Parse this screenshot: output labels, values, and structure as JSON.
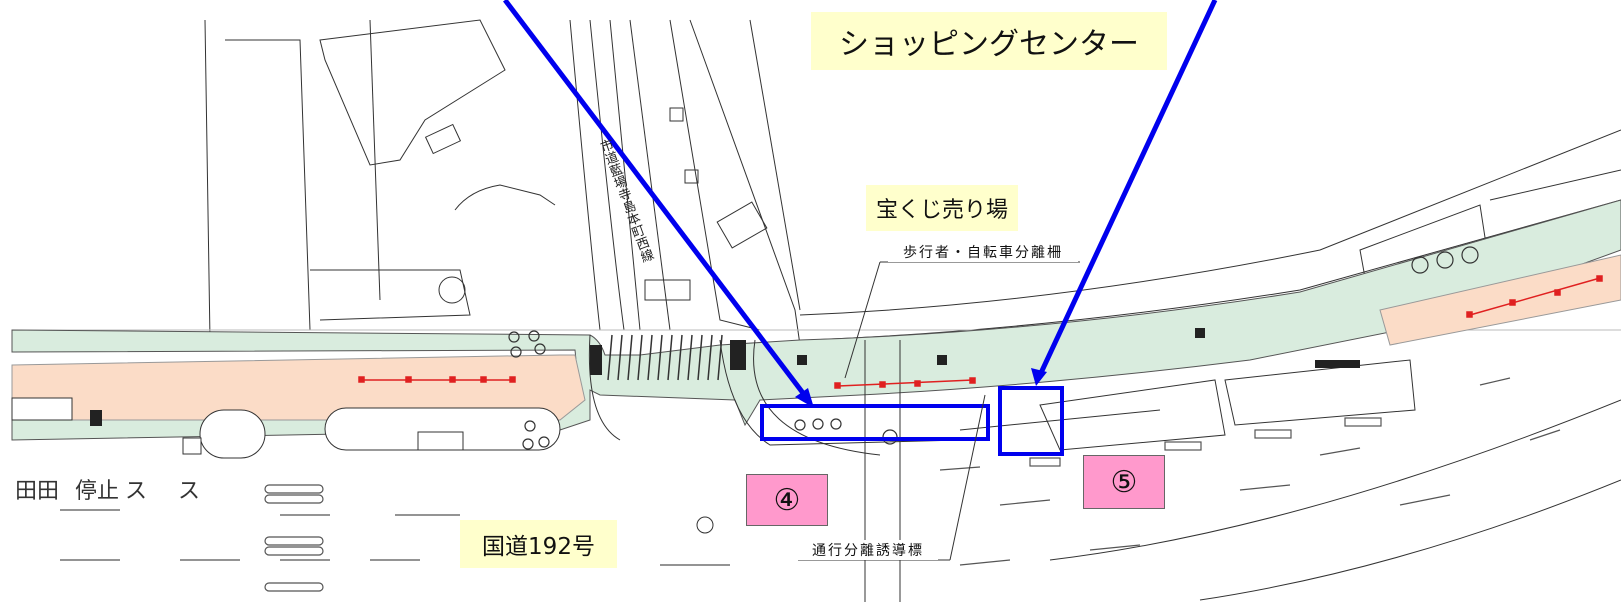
{
  "labels": {
    "shopping_center": "ショッピングセンター",
    "lottery_booth": "宝くじ売り場",
    "fence": "歩行者・自転車分離柵",
    "route": "国道192号",
    "guide_sign": "通行分離誘導標",
    "city_road": "市道藍場寺島本町西線",
    "marker_4": "④",
    "marker_5": "⑤",
    "road_markings": [
      "田田",
      "停止",
      "ス",
      "ス"
    ]
  },
  "colors": {
    "sidewalk_green": "#d9ecde",
    "bike_lane_salmon": "#fbdcc7",
    "label_yellow": "#ffffcc",
    "marker_pink": "#ff99cc",
    "callout_blue": "#0000ee",
    "fence_red": "#e02020"
  }
}
